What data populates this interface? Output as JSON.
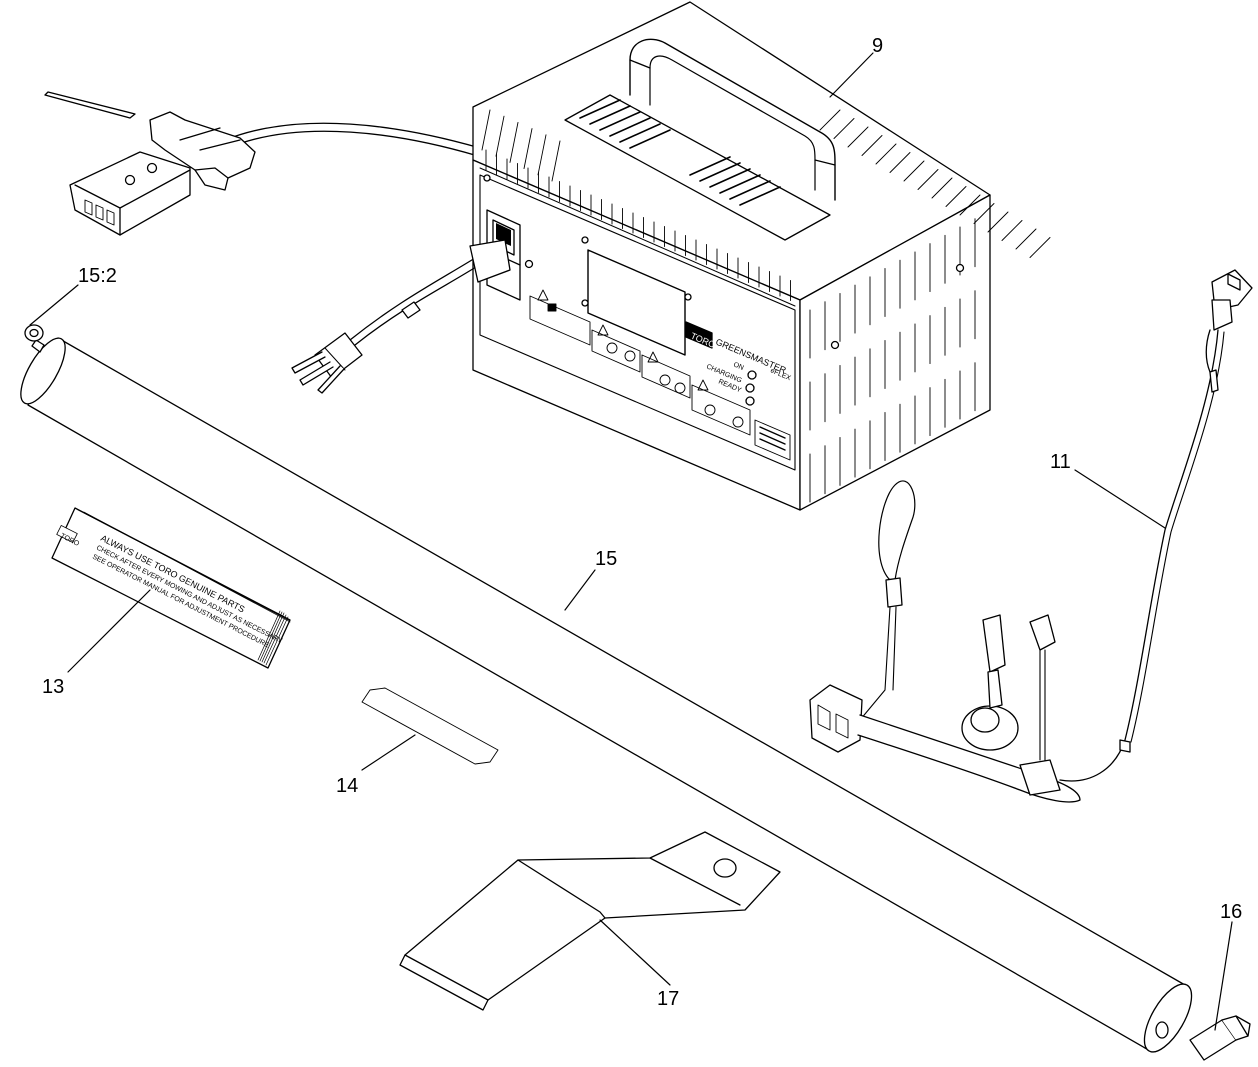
{
  "callouts": {
    "c9": "9",
    "c11": "11",
    "c13": "13",
    "c14": "14",
    "c15": "15",
    "c15_2": "15:2",
    "c16": "16",
    "c17": "17"
  },
  "charger_panel": {
    "brand": "TORO",
    "model": "GREENSMASTER",
    "model_suffix": "eFLEX",
    "status_on": "ON",
    "status_charging": "CHARGING",
    "status_ready": "READY"
  },
  "decal_13": {
    "brand": "TORO",
    "line1": "ALWAYS USE TORO GENUINE PARTS",
    "line2": "CHECK AFTER EVERY MOWING AND ADJUST AS NECESSARY",
    "line3": "SEE OPERATOR MANUAL FOR ADJUSTMENT PROCEDURE"
  }
}
